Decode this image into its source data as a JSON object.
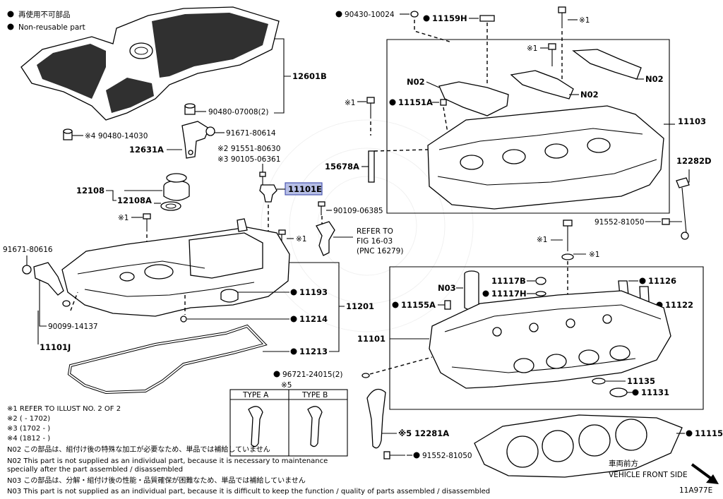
{
  "legend": {
    "dot_jp": "再使用不可部品",
    "dot_en": "Non-reusable part"
  },
  "parts": {
    "p12601B": "12601B",
    "p90480_07008": "90480-07008(2)",
    "p90480_14030": "※4 90480-14030",
    "p91671_80614": "91671-80614",
    "p12631A": "12631A",
    "p91551_80630": "※2 91551-80630",
    "p90105_06361": "※3 90105-06361",
    "p11101E": "11101E",
    "p12108": "12108",
    "p12108A": "12108A",
    "p90109_06385": "90109-06385",
    "refer1": "REFER TO",
    "refer2": "FIG 16-03",
    "refer3": "(PNC 16279)",
    "p91671_80616": "91671-80616",
    "p90099_14137": "90099-14137",
    "p11101J": "11101J",
    "p11193": "11193",
    "p11214": "11214",
    "p11213": "11213",
    "p11201": "11201",
    "p90430_10024": "90430-10024",
    "p11159H": "11159H",
    "n02_left": "N02",
    "n02_mid": "N02",
    "n02_right": "N02",
    "p11151A": "11151A",
    "p11103": "11103",
    "p15678A": "15678A",
    "p12282D": "12282D",
    "p91552_81050a": "91552-81050",
    "n03": "N03",
    "p11117B": "11117B",
    "p11117H": "11117H",
    "p11126": "11126",
    "p11155A": "11155A",
    "p11122": "11122",
    "p11101": "11101",
    "p96721": "96721-24015(2)",
    "p11135": "11135",
    "p11131": "11131",
    "p12281A": "※5 12281A",
    "p91552_81050b": "91552-81050",
    "p11115": "11115",
    "ref1_a": "※1",
    "ref1_b": "※1",
    "ref1_c": "※1",
    "ref1_d": "※1",
    "ref1_e": "※1",
    "ref1_f": "※1",
    "ref1_g": "※1",
    "ref5": "※5"
  },
  "types": {
    "a": "TYPE A",
    "b": "TYPE B"
  },
  "footnotes": {
    "n1": "※1   REFER TO ILLUST NO. 2 OF 2",
    "n2": "※2 (      - 1702)",
    "n3": "※3 (1702 -      )",
    "n4": "※4 (1812 -      )",
    "n02_jp": "N02  この部品は、組付け後の特殊な加工が必要なため、単品では補給していません",
    "n02_en1": "N02  This part is not supplied as an individual part, because it is necessary to maintenance",
    "n02_en2": "        specially after the part assembled / disassembled",
    "n03_jp": "N03  この部品は、分解・組付け後の性能・品質確保が困難なため、単品では補給していません",
    "n03_en": "N03  This part is not supplied as an individual part, because it is difficult to keep the function / quality of parts  assembled / disassembled"
  },
  "orientation": {
    "jp": "車両前方",
    "en": "VEHICLE FRONT SIDE"
  },
  "figure_id": "11A977E",
  "colors": {
    "highlight_fill": "#b7bfe6",
    "highlight_stroke": "#4a58b0"
  }
}
